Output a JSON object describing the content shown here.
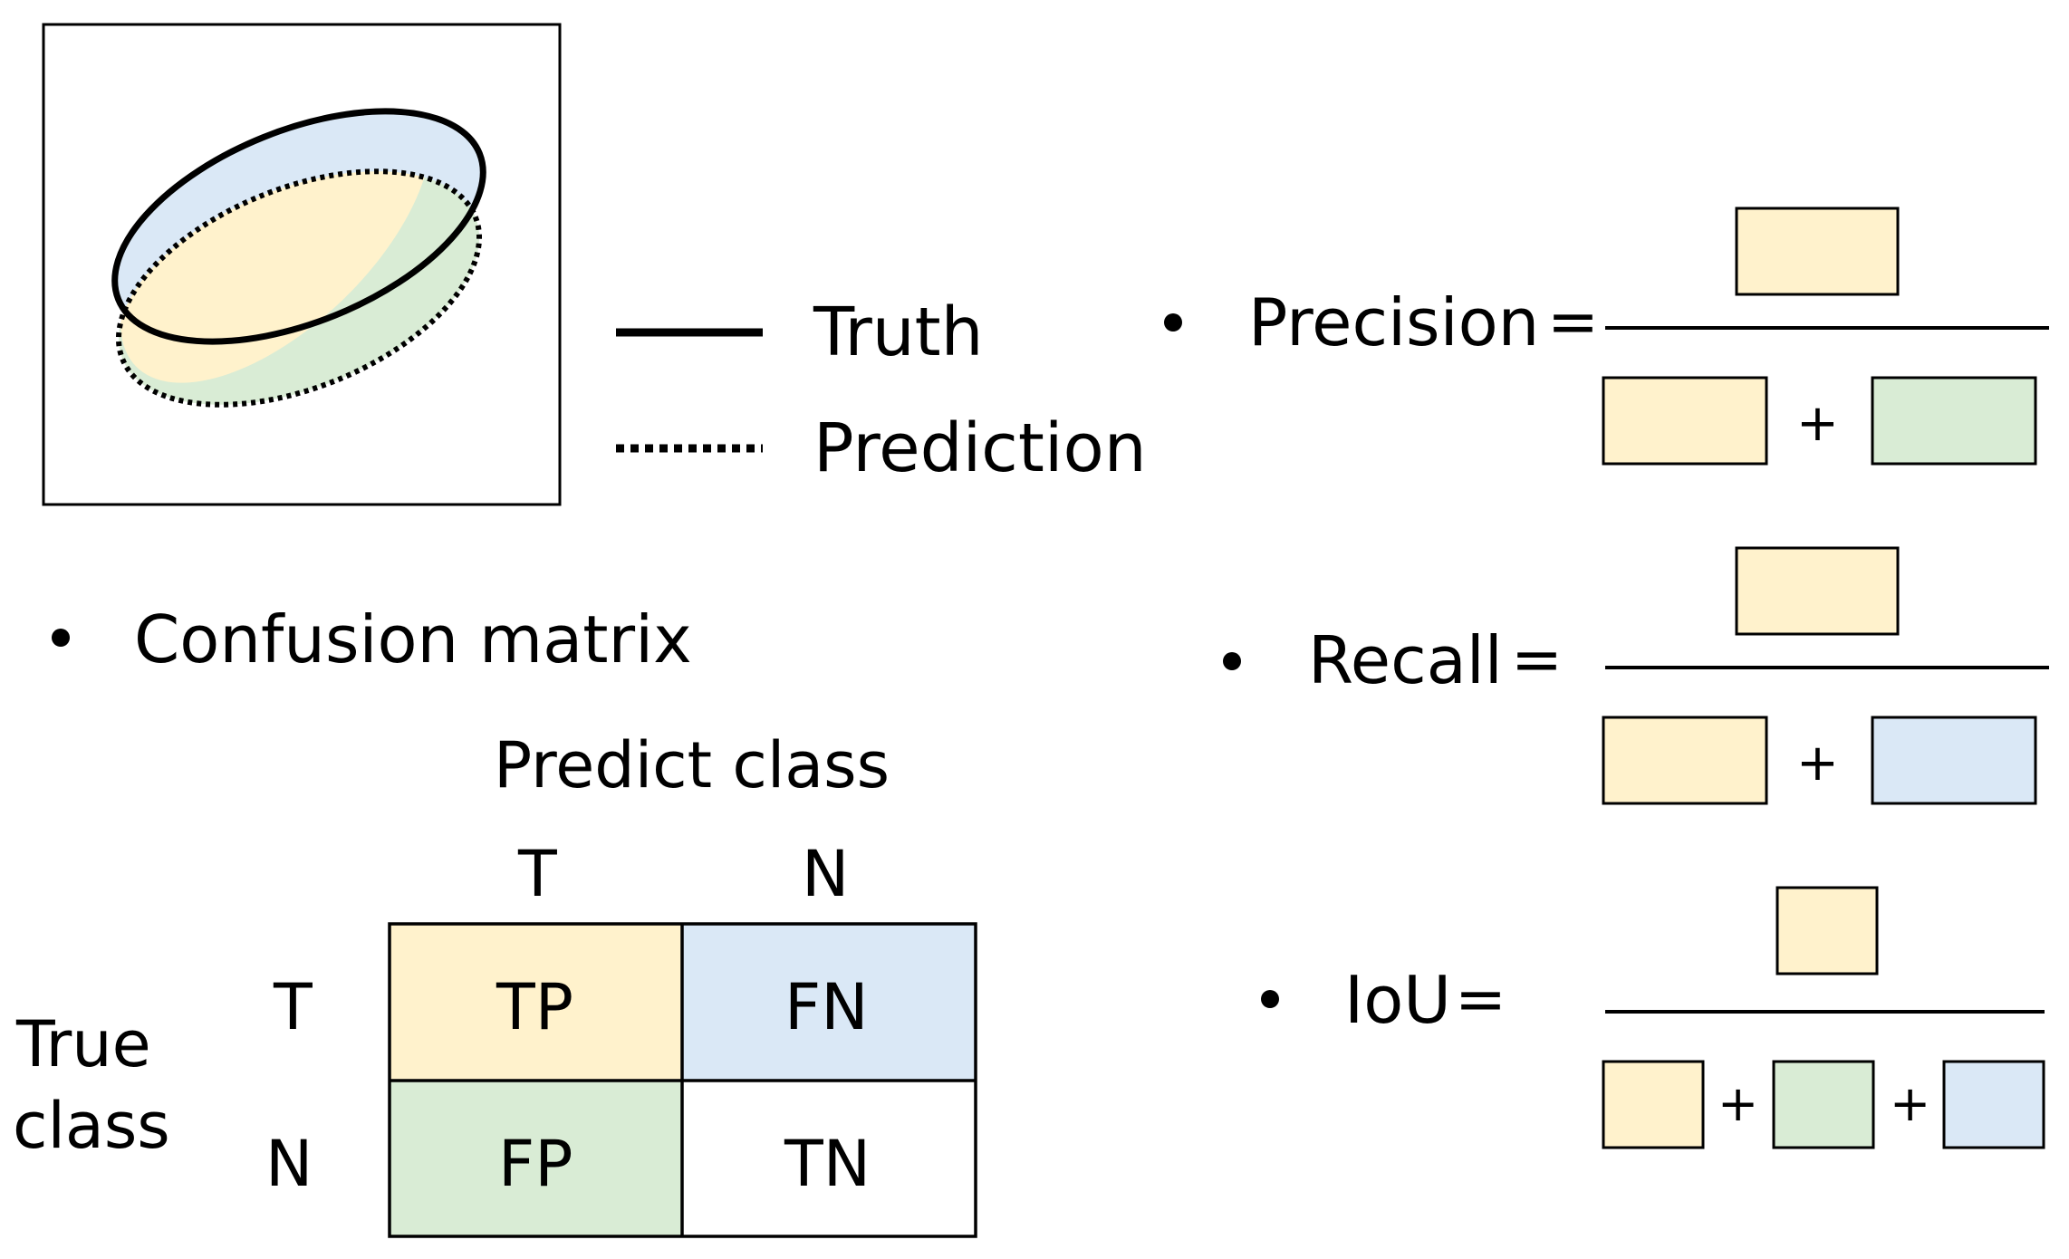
{
  "legend": {
    "truth_label": "Truth",
    "prediction_label": "Prediction"
  },
  "confusion": {
    "heading": "Confusion matrix",
    "predict_axis_label": "Predict class",
    "true_axis_label_line1": "True",
    "true_axis_label_line2": "class",
    "col_headers": [
      "T",
      "N"
    ],
    "row_headers": [
      "T",
      "N"
    ],
    "cells": [
      "TP",
      "FN",
      "FP",
      "TN"
    ]
  },
  "formulas": {
    "precision_label": "Precision",
    "recall_label": "Recall",
    "iou_label": "IoU",
    "equals": "=",
    "plus": "+"
  },
  "colors": {
    "tp": "#fff2cc",
    "fn": "#dae8f6",
    "fp": "#d9ecd5",
    "tn": "#ffffff",
    "stroke": "#000000"
  }
}
